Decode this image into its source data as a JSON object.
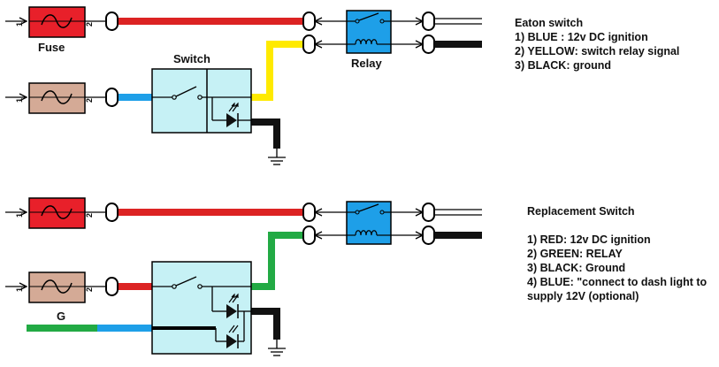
{
  "colors": {
    "fuse_red": "#e8202a",
    "fuse_tan": "#d4aa96",
    "switch_box": "#c6f1f5",
    "relay_blue": "#1e9fe8",
    "wire_red": "#dc2323",
    "wire_blue": "#1e9fe8",
    "wire_yellow": "#ffea00",
    "wire_green": "#22aa44",
    "wire_black": "#111111"
  },
  "labels": {
    "fuse": "Fuse",
    "switch": "Switch",
    "relay": "Relay",
    "pin_1": "1",
    "pin_2": "2",
    "ground_wire": "G"
  },
  "eaton": {
    "title": "Eaton switch",
    "lines": [
      "1) BLUE : 12v DC ignition",
      "2) YELLOW: switch relay signal",
      "3) BLACK: ground"
    ]
  },
  "replacement": {
    "title": "Replacement Switch",
    "lines": [
      "1) RED: 12v DC ignition",
      "2) GREEN: RELAY",
      "3) BLACK: Ground",
      "4) BLUE: \"connect to dash light to",
      "supply 12V (optional)"
    ]
  }
}
